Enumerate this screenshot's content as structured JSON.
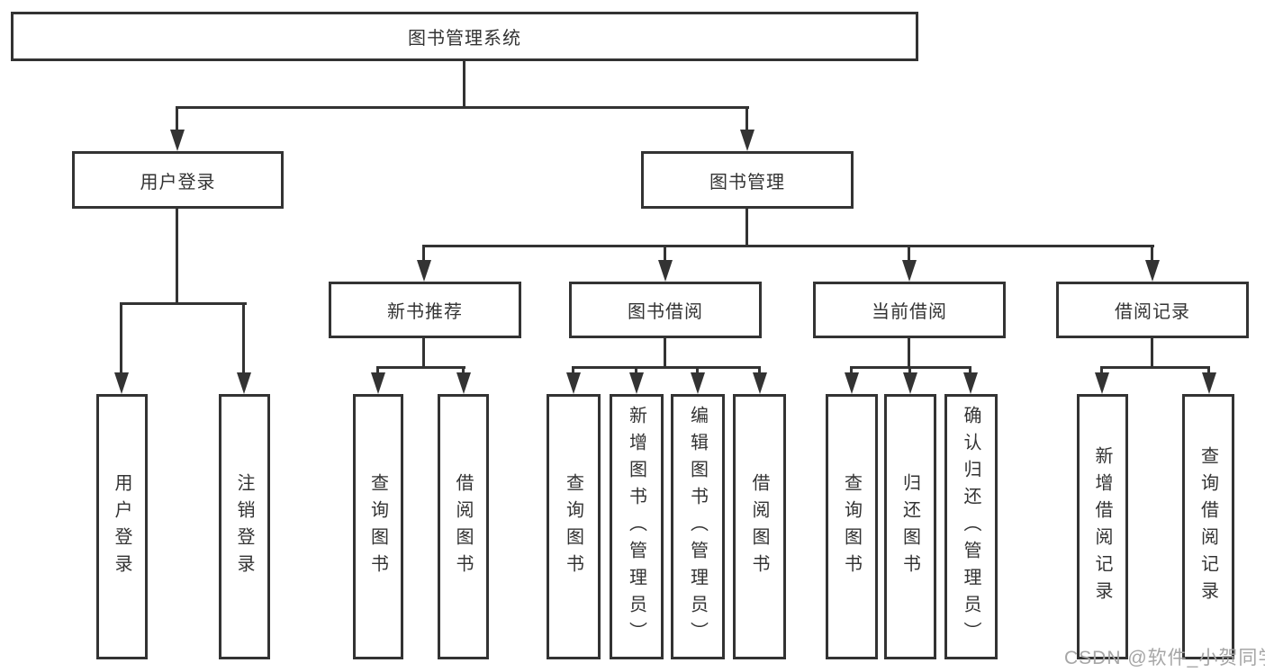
{
  "diagram": {
    "title": "图书管理系统",
    "children": [
      {
        "label": "用户登录",
        "children": [
          {
            "label": "用户登录"
          },
          {
            "label": "注销登录"
          }
        ]
      },
      {
        "label": "图书管理",
        "children": [
          {
            "label": "新书推荐",
            "children": [
              {
                "label": "查询图书"
              },
              {
                "label": "借阅图书"
              }
            ]
          },
          {
            "label": "图书借阅",
            "children": [
              {
                "label": "查询图书"
              },
              {
                "label": "新增图书（管理员）"
              },
              {
                "label": "编辑图书（管理员）"
              },
              {
                "label": "借阅图书"
              }
            ]
          },
          {
            "label": "当前借阅",
            "children": [
              {
                "label": "查询图书"
              },
              {
                "label": "归还图书"
              },
              {
                "label": "确认归还（管理员）"
              }
            ]
          },
          {
            "label": "借阅记录",
            "children": [
              {
                "label": "新增借阅记录"
              },
              {
                "label": "查询借阅记录"
              }
            ]
          }
        ]
      }
    ]
  },
  "watermark": {
    "text": "CSDN @软件_小贺同学"
  },
  "colors": {
    "line": "#333333",
    "text": "#333333",
    "background": "#ffffff",
    "watermark": "#a6a6a6"
  }
}
